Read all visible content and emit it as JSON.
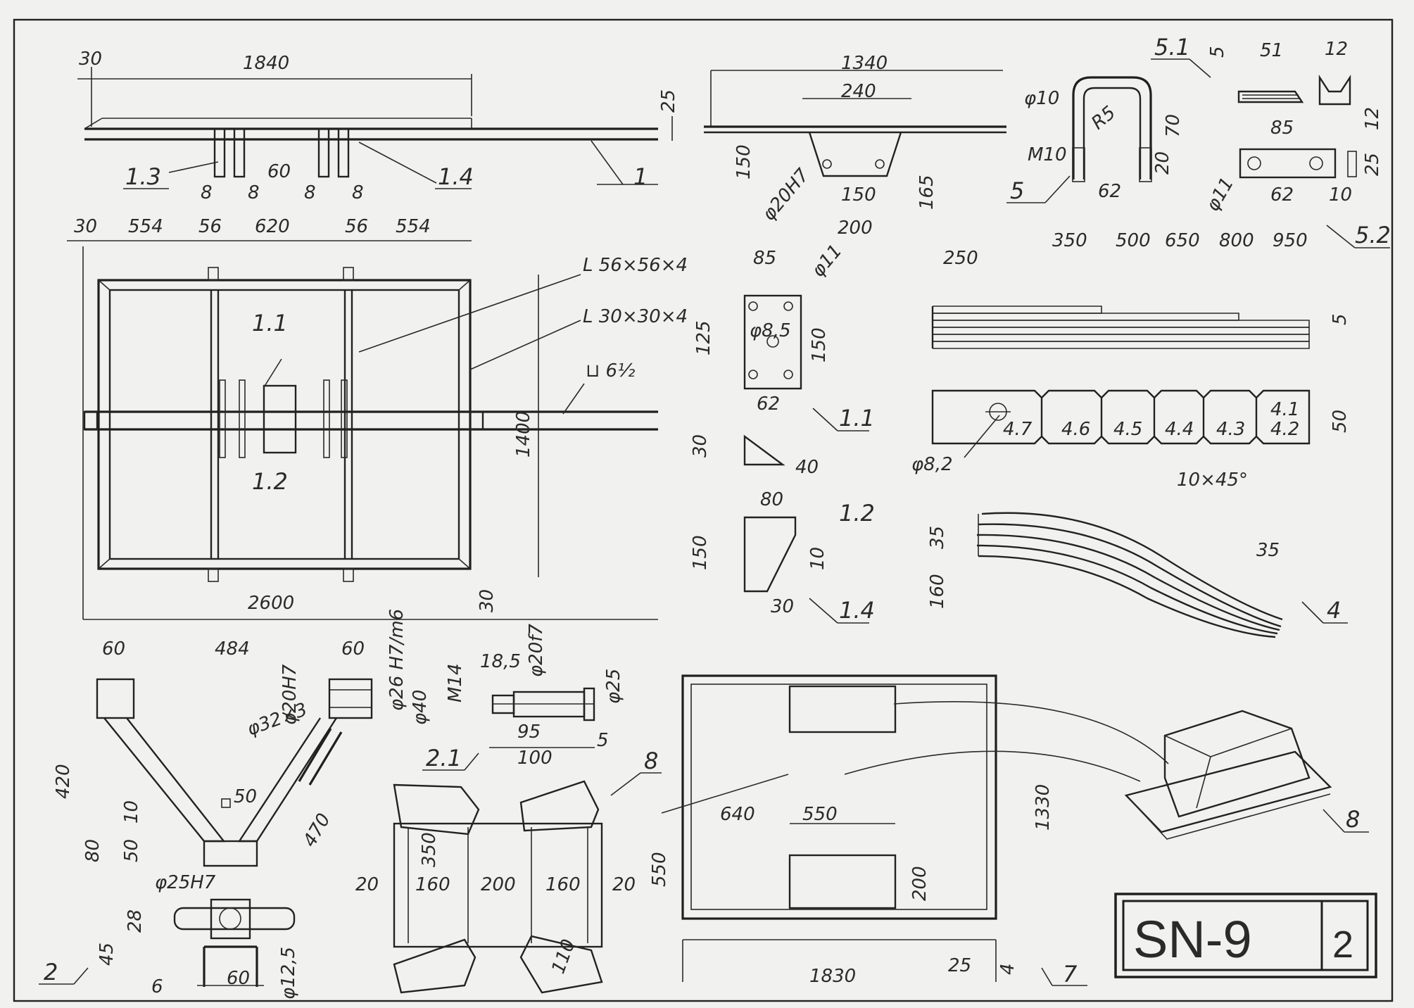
{
  "sheet": {
    "code": "SN-9",
    "page": "2"
  },
  "labels": {
    "p1": "1",
    "p11": "1.1",
    "p12": "1.2",
    "p13": "1.3",
    "p14": "1.4",
    "p2": "2",
    "p21": "2.1",
    "p4": "4",
    "p5": "5",
    "p51": "5.1",
    "p52": "5.2",
    "p7": "7",
    "p8a": "8",
    "p8b": "8",
    "l41": "4.1",
    "l42": "4.2",
    "l43": "4.3",
    "l44": "4.4",
    "l45": "4.5",
    "l46": "4.6",
    "l47": "4.7"
  },
  "sections": {
    "s1": "L 56×56×4",
    "s2": "L 30×30×4",
    "s3": "⊔ 6½"
  },
  "dims": {
    "d30a": "30",
    "d1840": "1840",
    "d25a": "25",
    "d60a": "60",
    "d8a": "8",
    "d8b": "8",
    "d8c": "8",
    "d8d": "8",
    "d30b": "30",
    "d554a": "554",
    "d56a": "56",
    "d620": "620",
    "d56b": "56",
    "d554b": "554",
    "d1400": "1400",
    "d2600": "2600",
    "d30c": "30",
    "d1340": "1340",
    "d240": "240",
    "d150a": "150",
    "dphi20h7a": "φ20H7",
    "d150b": "150",
    "d200a": "200",
    "d165": "165",
    "d85a": "85",
    "dphi11a": "φ11",
    "d125": "125",
    "dphi85": "φ8,5",
    "d150c": "150",
    "d62a": "62",
    "d30d": "30",
    "d40a": "40",
    "d80a": "80",
    "d150d": "150",
    "d10a": "10",
    "d30e": "30",
    "dphi10": "φ10",
    "dR5": "R5",
    "dM10": "M10",
    "d70": "70",
    "d20a": "20",
    "d62b": "62",
    "d5a": "5",
    "d51": "51",
    "d12a": "12",
    "d12b": "12",
    "d85b": "85",
    "d25b": "25",
    "dphi11b": "φ11",
    "d62c": "62",
    "d10b": "10",
    "d250": "250",
    "d350": "350",
    "d500": "500",
    "d650": "650",
    "d800": "800",
    "d950": "950",
    "d5b": "5",
    "d50a": "50",
    "dphi82": "φ8,2",
    "d10x45": "10×45°",
    "d35a": "35",
    "d160a": "160",
    "d35b": "35",
    "d60b": "60",
    "d484": "484",
    "d60c": "60",
    "d420": "420",
    "dphi32": "φ32×3",
    "dphi20h7b": "φ20H7",
    "dphi40": "φ40",
    "d26fit": "φ26 H7/m6",
    "d50b": "50",
    "d10c": "10",
    "d80b": "80",
    "d50c": "50",
    "d470": "470",
    "dphi25h7": "φ25H7",
    "d28": "28",
    "d45": "45",
    "d6": "6",
    "d60d": "60",
    "dphi125": "φ12,5",
    "dM14": "M14",
    "d185": "18,5",
    "dphi20f7": "φ20f7",
    "dphi25": "φ25",
    "d95": "95",
    "d5c": "5",
    "d100": "100",
    "d350b": "350",
    "d20b": "20",
    "d160b": "160",
    "d200b": "200",
    "d160c": "160",
    "d20c": "20",
    "d550a": "550",
    "d110": "110",
    "d640": "640",
    "d550b": "550",
    "d200c": "200",
    "d1330": "1330",
    "d1830": "1830",
    "d25c": "25",
    "d4": "4"
  }
}
